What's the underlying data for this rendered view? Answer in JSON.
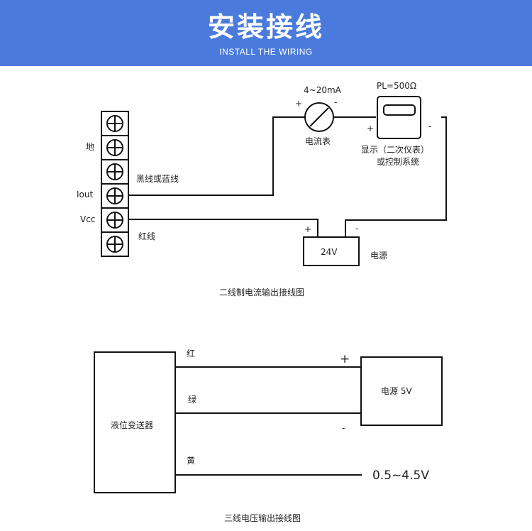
{
  "header": {
    "title": "安装接线",
    "subtitle": "INSTALL THE WIRING",
    "background_color": "#4a7bdc"
  },
  "two_wire": {
    "caption": "二线制电流输出接线图",
    "terminal_count": 6,
    "terminal_labels": {
      "ground": "地",
      "iout": "Iout",
      "vcc": "Vcc"
    },
    "wire_labels": {
      "black_or_blue": "黑线或蓝线",
      "red": "红线"
    },
    "ammeter": {
      "range": "4~20mA",
      "label": "电流表",
      "plus": "+",
      "minus": "-"
    },
    "display": {
      "load": "PL=500Ω",
      "label_line1": "显示（二次仪表）",
      "label_line2": "或控制系统",
      "plus": "+",
      "minus": "-"
    },
    "power": {
      "voltage": "24V",
      "label": "电源",
      "plus": "+",
      "minus": "-"
    }
  },
  "three_wire": {
    "caption": "三线电压输出接线图",
    "transmitter_label": "液位变送器",
    "wires": [
      {
        "color_name": "红"
      },
      {
        "color_name": "绿"
      },
      {
        "color_name": "黄"
      }
    ],
    "power": {
      "label": "电源 5V",
      "plus": "+",
      "minus": "-"
    },
    "output": "0.5~4.5V"
  }
}
